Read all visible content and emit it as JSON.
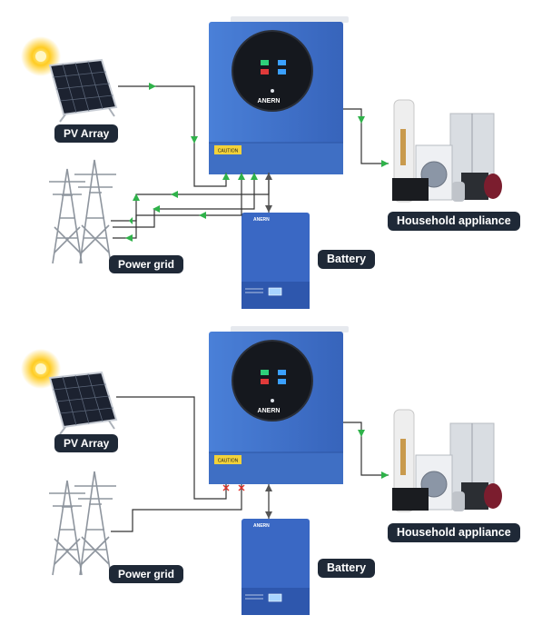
{
  "labels": {
    "pv_array": "PV Array",
    "power_grid": "Power grid",
    "battery": "Battery",
    "household": "Household appliance"
  },
  "device": {
    "brand": "ANERN",
    "caution": "CAUTION"
  },
  "colors": {
    "inverter_blue": "#3f72c9",
    "battery_blue": "#3a68c4",
    "flow_arrow": "#2fb24a",
    "wire": "#333333",
    "cut_mark": "#e0312b",
    "label_bg": "#1f2937"
  },
  "diagrams": [
    {
      "scenario": "grid connected",
      "grid_connected": true
    },
    {
      "scenario": "grid disconnected",
      "grid_connected": false
    }
  ]
}
